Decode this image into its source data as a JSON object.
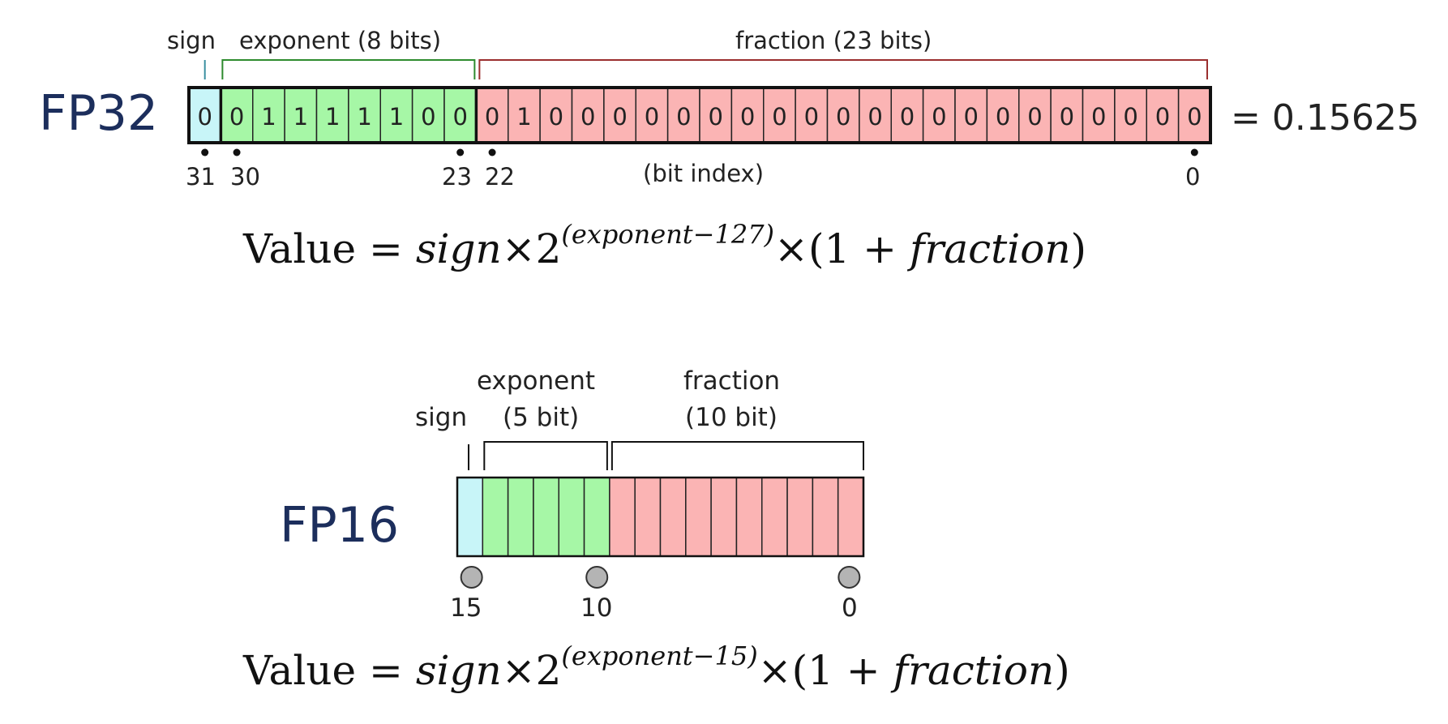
{
  "fp32": {
    "name": "FP32",
    "sign_label": "sign",
    "exponent_label": "exponent (8 bits)",
    "fraction_label": "fraction (23 bits)",
    "bits": [
      0,
      0,
      1,
      1,
      1,
      1,
      1,
      0,
      0,
      0,
      1,
      0,
      0,
      0,
      0,
      0,
      0,
      0,
      0,
      0,
      0,
      0,
      0,
      0,
      0,
      0,
      0,
      0,
      0,
      0,
      0,
      0
    ],
    "index_labels": [
      "31",
      "30",
      "23",
      "22",
      "0"
    ],
    "bit_index_caption": "(bit index)",
    "result": "= 0.15625",
    "formula": {
      "lhs": "Value",
      "eq": "=",
      "sign": "sign",
      "times": "×",
      "base": "2",
      "exponent": "(exponent−127)",
      "times2": "×",
      "tail": "(1 + ",
      "fraction": "fraction",
      "close": ")"
    }
  },
  "fp16": {
    "name": "FP16",
    "sign_label": "sign",
    "exponent_label_line1": "exponent",
    "exponent_label_line2": "(5 bit)",
    "fraction_label_line1": "fraction",
    "fraction_label_line2": "(10 bit)",
    "bit_count": 16,
    "index_labels": [
      "15",
      "10",
      "0"
    ],
    "formula": {
      "lhs": "Value",
      "eq": "=",
      "sign": "sign",
      "times": "×",
      "base": "2",
      "exponent": "(exponent−15)",
      "times2": "×",
      "tail": "(1 + ",
      "fraction": "fraction",
      "close": ")"
    }
  },
  "colors": {
    "sign": "#c8f5f8",
    "exponent": "#a6f7a6",
    "fraction": "#fbb4b4",
    "sign_bracket": "#3a8fa0",
    "exponent_bracket": "#2e8b2e",
    "fraction_bracket": "#9b2e2e",
    "format_name": "#1c2e5c"
  }
}
